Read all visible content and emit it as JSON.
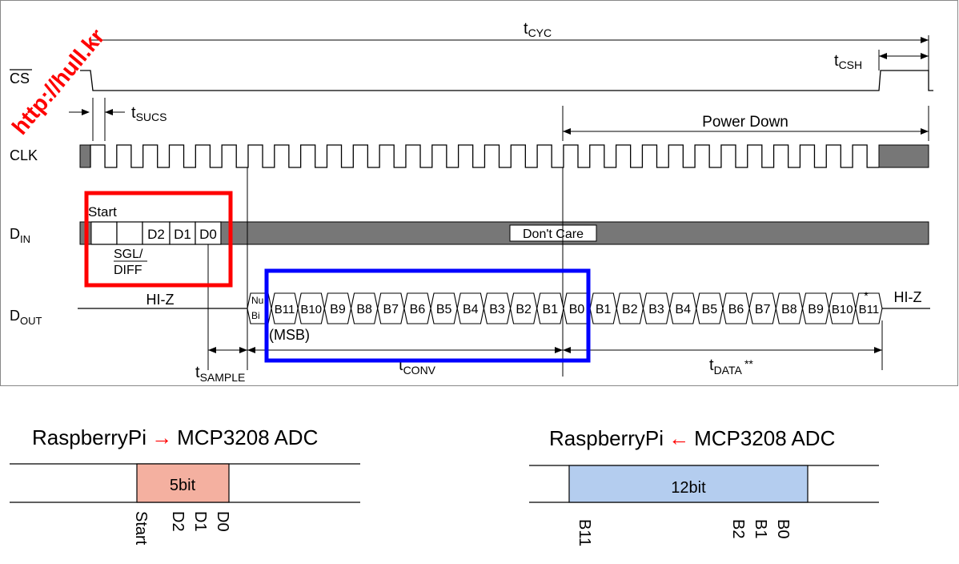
{
  "watermark": "http://hull.kr",
  "timing": {
    "cs_label": "CS",
    "clk_label": "CLK",
    "din_label": "D",
    "din_sub": "IN",
    "dout_label": "D",
    "dout_sub": "OUT",
    "tcyc": {
      "main": "t",
      "sub": "CYC"
    },
    "tcsh": {
      "main": "t",
      "sub": "CSH"
    },
    "tsucs": {
      "main": "t",
      "sub": "SUCS"
    },
    "tsample": {
      "main": "t",
      "sub": "SAMPLE"
    },
    "tconv": {
      "main": "t",
      "sub": "CONV"
    },
    "tdata": {
      "main": "t",
      "sub": "DATA",
      "suffix": " **"
    },
    "power_down": "Power Down",
    "start": "Start",
    "sgl": "SGL/",
    "diff": "DIFF",
    "din_bits": [
      "D2",
      "D1",
      "D0"
    ],
    "dont_care": "Don't Care",
    "hiz_left": "HI-Z",
    "hiz_right": "HI-Z",
    "null_bit_1": "Nu",
    "null_bit_2": "Bi",
    "msb": "(MSB)",
    "dout_bits": [
      "B11",
      "B10",
      "B9",
      "B8",
      "B7",
      "B6",
      "B5",
      "B4",
      "B3",
      "B2",
      "B1",
      "B0",
      "B1",
      "B2",
      "B3",
      "B4",
      "B5",
      "B6",
      "B7",
      "B8",
      "B9",
      "B10",
      "B11"
    ],
    "asterisk": "*",
    "highlight_red": "#ff0000",
    "highlight_blue": "#0000ff"
  },
  "left_panel": {
    "title_a": "RaspberryPi",
    "arrow": "→",
    "title_b": "MCP3208 ADC",
    "box_label": "5bit",
    "box_color": "#f4b0a0",
    "arrow_color": "#ff0000",
    "bit_labels": [
      "Start",
      "D2",
      "D1",
      "D0"
    ]
  },
  "right_panel": {
    "title_a": "RaspberryPi",
    "arrow": "←",
    "title_b": "MCP3208 ADC",
    "box_label": "12bit",
    "box_color": "#b4cdef",
    "arrow_color": "#ff0000",
    "bit_labels": [
      "B11",
      "B2",
      "B1",
      "B0"
    ]
  }
}
